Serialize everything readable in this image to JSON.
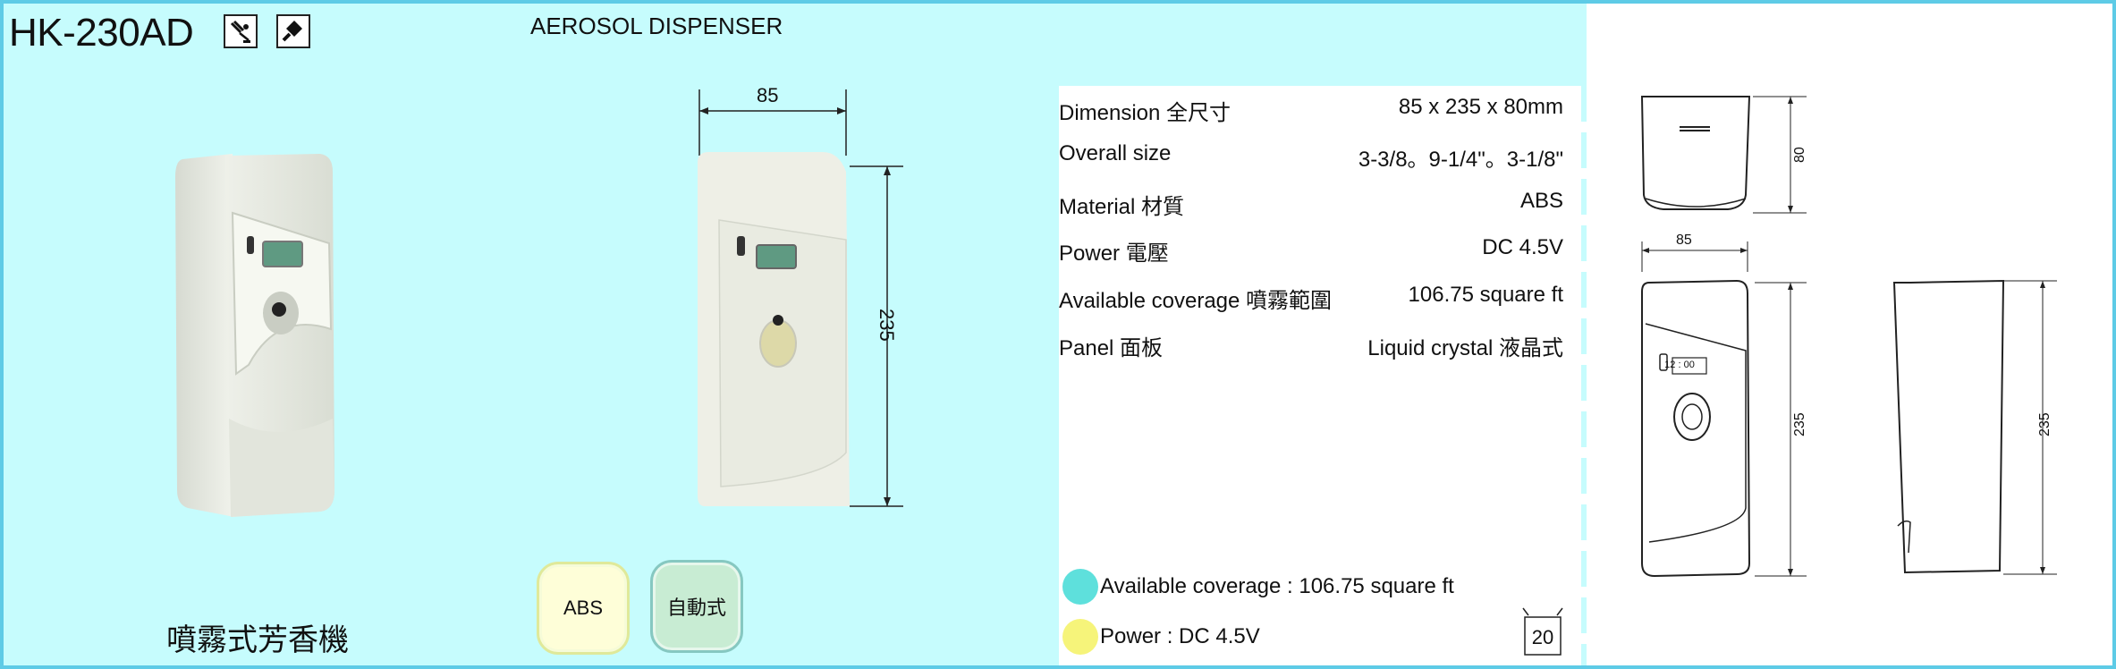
{
  "header": {
    "model": "HK-230AD",
    "product_type": "AEROSOL DISPENSER",
    "badges": [
      "screw-mount-icon",
      "adhesive-mount-icon"
    ]
  },
  "product": {
    "name_zh": "噴霧式芳香機",
    "material_badge": "ABS",
    "mode_badge": "自動式"
  },
  "front_view": {
    "width_label": "85",
    "height_label": "235"
  },
  "specs": [
    {
      "label": "Dimension 全尺寸",
      "value": "85 x 235 x 80mm"
    },
    {
      "label": "Overall size",
      "value": "3-3/8。9-1/4\"。3-1/8\""
    },
    {
      "label": "Material 材質",
      "value": "ABS"
    },
    {
      "label": "Power 電壓",
      "value": "DC 4.5V"
    },
    {
      "label": "Available coverage 噴霧範圍",
      "value": "106.75 square ft"
    },
    {
      "label": "Panel 面板",
      "value": "Liquid crystal 液晶式"
    }
  ],
  "legend": {
    "coverage": "Available coverage : 106.75 square ft",
    "power": "Power : DC 4.5V",
    "coverage_color": "#5ee0dc",
    "power_color": "#f6f47a"
  },
  "page_number": "20",
  "drawing": {
    "top_depth": "80",
    "front_width": "85",
    "front_height": "235",
    "side_height": "235",
    "display_text": "12 : 00"
  },
  "colors": {
    "frame": "#5ecbe6",
    "background": "#c6fcfd"
  }
}
